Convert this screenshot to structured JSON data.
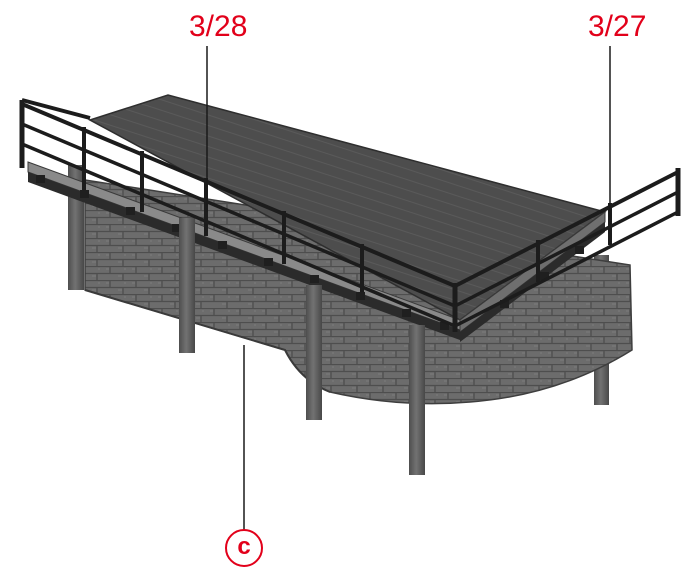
{
  "callouts": {
    "left_part": "3/28",
    "right_part": "3/27",
    "circle": "c"
  },
  "colors": {
    "callout_red": "#e2001a",
    "deck_gray": "#4a4a4a",
    "stone_gray": "#6a6a6a",
    "pillar_gray": "#5e5e5e",
    "rail_dark": "#1e1e1e"
  }
}
